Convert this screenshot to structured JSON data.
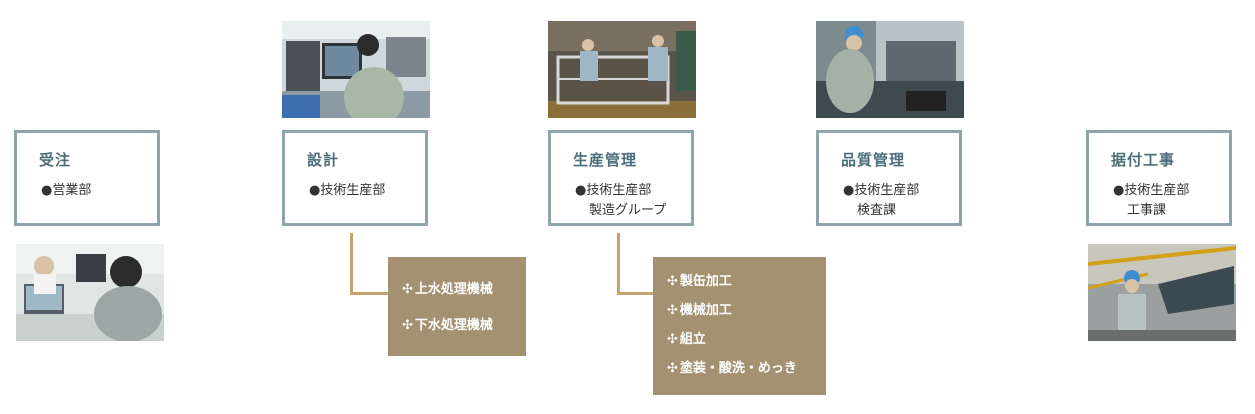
{
  "stages": [
    {
      "title": "受注",
      "dept": [
        "●営業部"
      ]
    },
    {
      "title": "設計",
      "dept": [
        "●技術生産部"
      ]
    },
    {
      "title": "生産管理",
      "dept": [
        "●技術生産部",
        "製造グループ"
      ]
    },
    {
      "title": "品質管理",
      "dept": [
        "●技術生産部",
        "検査課"
      ]
    },
    {
      "title": "据付工事",
      "dept": [
        "●技術生産部",
        "工事課"
      ]
    }
  ],
  "design_tasks": {
    "mark": "✣",
    "items": [
      "上水処理機械",
      "下水処理機械"
    ]
  },
  "production_tasks": {
    "mark": "✣",
    "items": [
      "製缶加工",
      "機械加工",
      "組立",
      "塗装・酸洗・めっき"
    ]
  },
  "colors": {
    "stage_border": "#8ea6ab",
    "stage_title": "#4c6e7a",
    "connector": "#c5a26f",
    "task_box": "#a39171"
  }
}
